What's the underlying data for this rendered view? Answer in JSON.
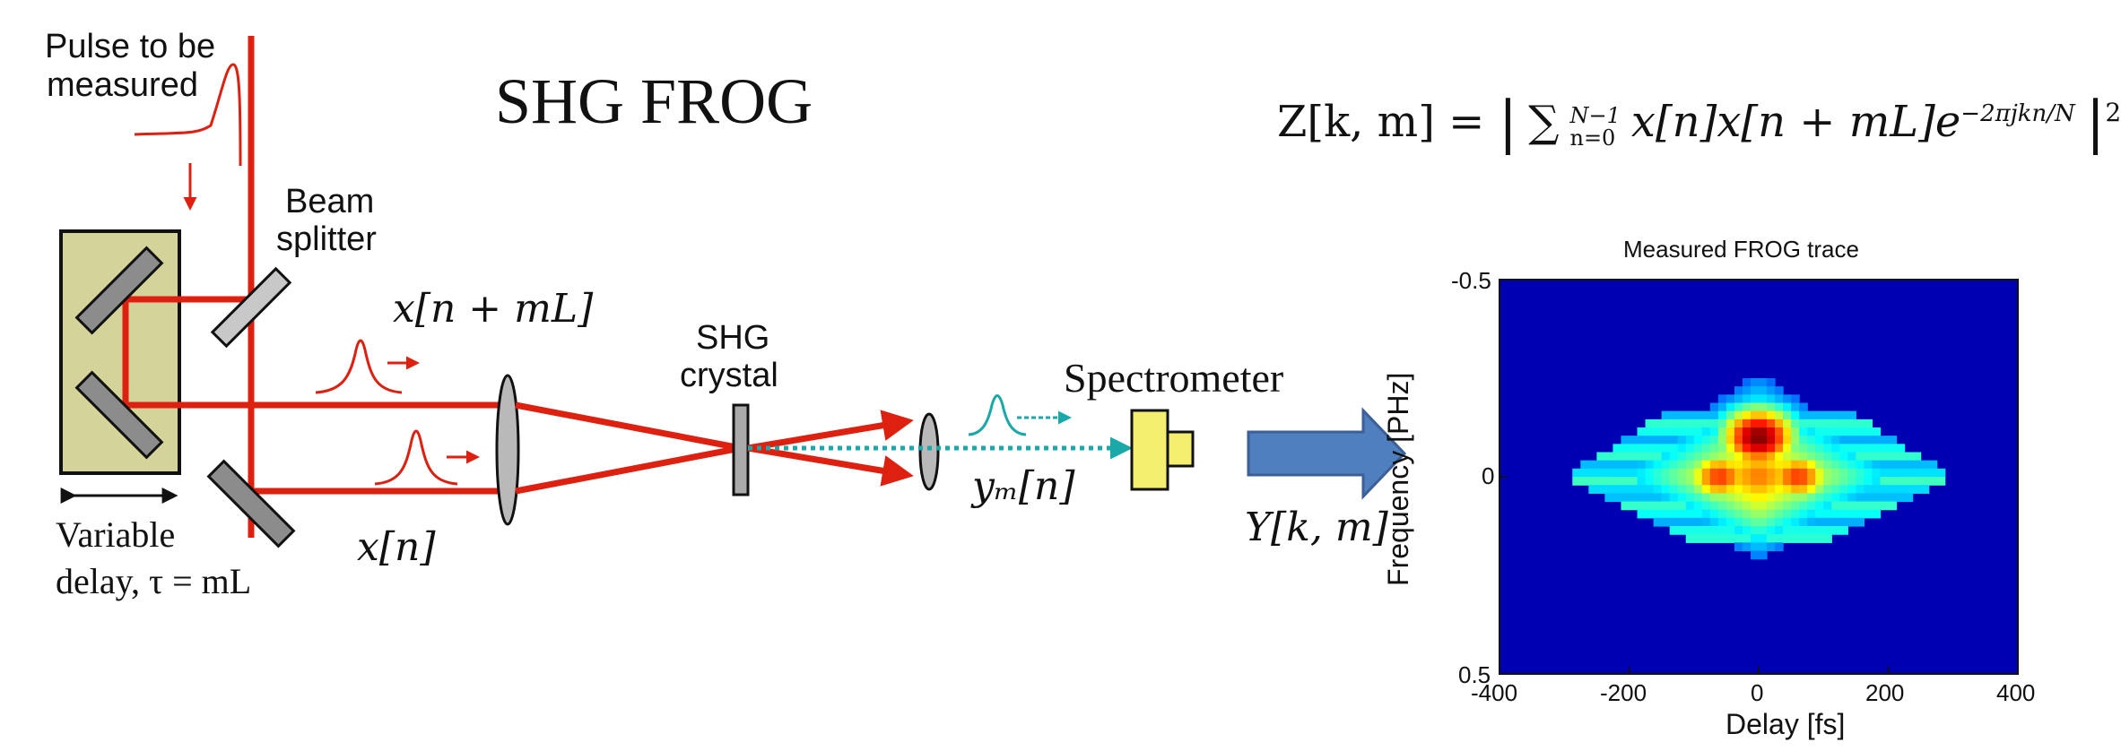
{
  "title": "SHG FROG",
  "labels": {
    "pulse_to_be": "Pulse to be",
    "measured": "measured",
    "beam": "Beam",
    "splitter": "splitter",
    "variable": "Variable",
    "delay_tau": "delay, τ = mL",
    "x_n_mL": "x[n + mL]",
    "x_n": "x[n]",
    "shg": "SHG",
    "crystal": "crystal",
    "spectrometer": "Spectrometer",
    "y_m_n": "yₘ[n]",
    "Y_km": "Y[k, m]"
  },
  "equation": {
    "lhs": "Z[k, m] = ",
    "sum": "∑",
    "upper": "N−1",
    "lower": "n=0",
    "body": "x[n]x[n + mL]e",
    "exponent": "−2πjkn/N",
    "power": "2"
  },
  "colors": {
    "beam": "#dd2010",
    "shg_beam": "#1aa8a8",
    "stage_fill": "#d4d49a",
    "mirror": "#8c8c8c",
    "spectrometer": "#f5ef70",
    "arrow": "#4f7fbf"
  },
  "chart_data": {
    "type": "heatmap",
    "title": "Measured FROG trace",
    "xlabel": "Delay [fs]",
    "ylabel": "Frequency [PHz]",
    "xlim": [
      -400,
      400
    ],
    "ylim": [
      -0.5,
      0.5
    ],
    "xticks": [
      "-400",
      "-200",
      "0",
      "200",
      "400"
    ],
    "yticks": [
      "-0.5",
      "0",
      "0.5"
    ],
    "colormap": "jet",
    "background_value": 0.05,
    "peak": {
      "delay": 0,
      "frequency": -0.1
    }
  }
}
